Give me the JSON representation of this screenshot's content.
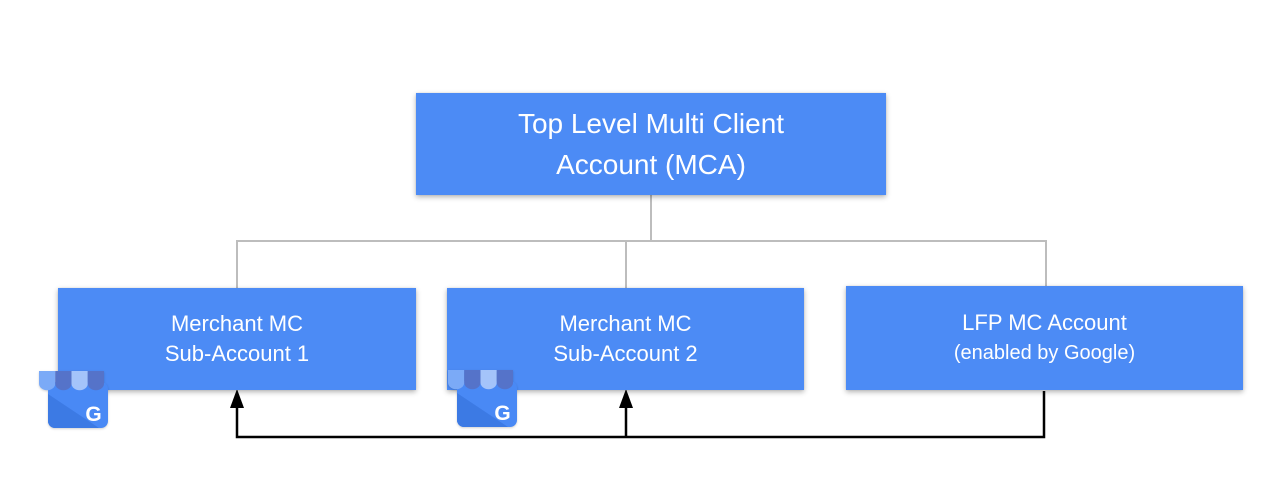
{
  "palette": {
    "box_blue": "#4C8BF5",
    "label_white": "#FFFFFF",
    "connector_gray": "#BDBDBD",
    "arrow_black": "#000000",
    "gmb_body": "#4989F5",
    "gmb_shade": "#3C7AE4",
    "awning_medium": "#7BAAF7",
    "awning_dark": "#5573C9",
    "awning_light": "#A4C4FA"
  },
  "diagram": {
    "gmb_letter": "G",
    "root": {
      "id": "top-level-mca",
      "line1": "Top Level Multi Client",
      "line2": "Account (MCA)"
    },
    "children": [
      {
        "id": "merchant-mc-sub-account-1",
        "line1": "Merchant MC",
        "line2": "Sub-Account 1",
        "badge_icon": "google-my-business-icon"
      },
      {
        "id": "merchant-mc-sub-account-2",
        "line1": "Merchant MC",
        "line2": "Sub-Account 2",
        "badge_icon": "google-my-business-icon"
      },
      {
        "id": "lfp-mc-account",
        "line1": "LFP MC Account",
        "line2": "(enabled by Google)"
      }
    ],
    "edges": [
      {
        "from": "top-level-mca",
        "to": "merchant-mc-sub-account-1",
        "type": "hierarchy"
      },
      {
        "from": "top-level-mca",
        "to": "merchant-mc-sub-account-2",
        "type": "hierarchy"
      },
      {
        "from": "top-level-mca",
        "to": "lfp-mc-account",
        "type": "hierarchy"
      },
      {
        "from": "lfp-mc-account",
        "to": "merchant-mc-sub-account-1",
        "type": "feedback-arrow"
      },
      {
        "from": "lfp-mc-account",
        "to": "merchant-mc-sub-account-2",
        "type": "feedback-arrow"
      }
    ]
  }
}
